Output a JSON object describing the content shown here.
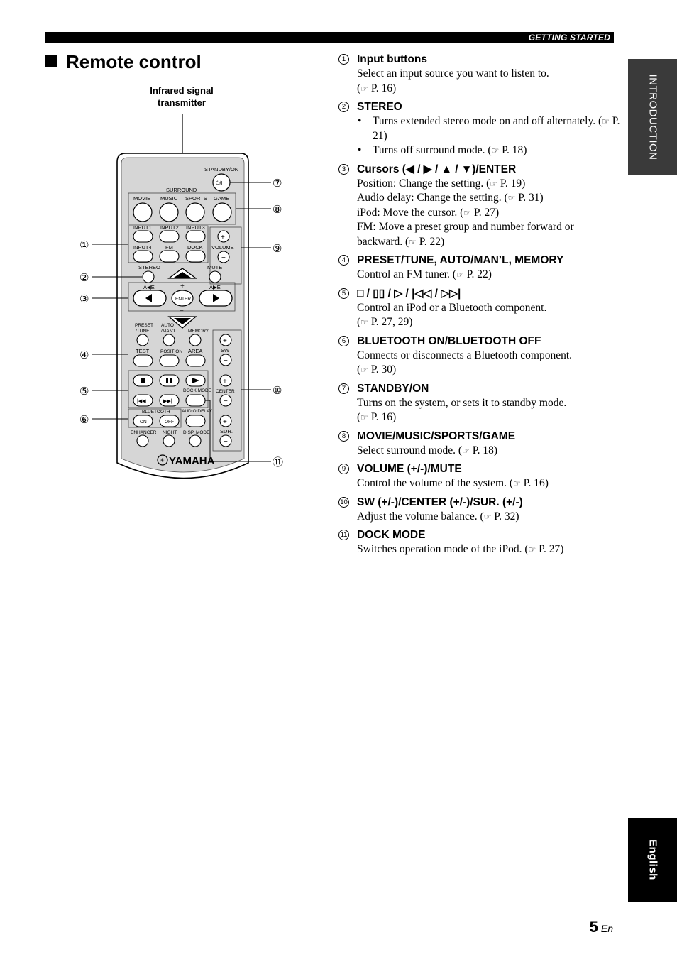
{
  "header": {
    "label": "GETTING STARTED"
  },
  "tabs": {
    "section": "INTRODUCTION",
    "language": "English"
  },
  "title": "Remote control",
  "figure": {
    "ir_label": "Infrared signal transmitter",
    "remote_labels": {
      "standby": "STANDBY/ON",
      "surround": "SURROUND",
      "movie": "MOVIE",
      "music": "MUSIC",
      "sports": "SPORTS",
      "game": "GAME",
      "input1": "INPUT1",
      "input2": "INPUT2",
      "input3": "INPUT3",
      "input4": "INPUT4",
      "fm": "FM",
      "dock": "DOCK",
      "volume": "VOLUME",
      "stereo": "STEREO",
      "mute": "MUTE",
      "enter": "ENTER",
      "preset_tune": "PRESET /TUNE",
      "auto_manl": "AUTO /MAN'L",
      "memory": "MEMORY",
      "test": "TEST",
      "position": "POSITION",
      "area": "AREA",
      "dock_mode": "DOCK MODE",
      "bluetooth": "BLUETOOTH",
      "on": "ON",
      "off": "OFF",
      "audio_delay": "AUDIO DELAY",
      "enhancer": "ENHANCER",
      "night": "NIGHT",
      "disp_mode": "DISP. MODE",
      "sw": "SW",
      "center": "CENTER",
      "sur": "SUR.",
      "brand": "YAMAHA"
    },
    "callouts": [
      "①",
      "②",
      "③",
      "④",
      "⑤",
      "⑥",
      "⑦",
      "⑧",
      "⑨",
      "⑩",
      "⑪"
    ]
  },
  "items": [
    {
      "num": "1",
      "title": "Input buttons",
      "lines": [
        "Select an input source you want to listen to.",
        "(☞ P. 16)"
      ]
    },
    {
      "num": "2",
      "title": "STEREO",
      "bullets": [
        "Turns extended stereo mode on and off alternately. (☞ P. 21)",
        "Turns off surround mode. (☞ P. 18)"
      ]
    },
    {
      "num": "3",
      "title": "Cursors (◀ / ▶ / ▲ / ▼)/ENTER",
      "lines": [
        "Position: Change the setting. (☞ P. 19)",
        "Audio delay: Change the setting. (☞ P. 31)",
        "iPod: Move the cursor. (☞ P. 27)",
        "FM: Move a preset group and number forward or backward. (☞ P. 22)"
      ]
    },
    {
      "num": "4",
      "title": "PRESET/TUNE, AUTO/MAN’L, MEMORY",
      "lines": [
        "Control an FM tuner. (☞ P. 22)"
      ]
    },
    {
      "num": "5",
      "title": "□ / ▯▯ / ▷ / |◁◁ / ▷▷|",
      "lines": [
        "Control an iPod or a Bluetooth component.",
        "(☞ P. 27, 29)"
      ]
    },
    {
      "num": "6",
      "title": "BLUETOOTH ON/BLUETOOTH OFF",
      "lines": [
        "Connects or disconnects a Bluetooth component.",
        "(☞ P. 30)"
      ]
    },
    {
      "num": "7",
      "title": "STANDBY/ON",
      "lines": [
        "Turns on the system, or sets it to standby mode.",
        "(☞ P. 16)"
      ]
    },
    {
      "num": "8",
      "title": "MOVIE/MUSIC/SPORTS/GAME",
      "lines": [
        "Select surround mode. (☞ P. 18)"
      ]
    },
    {
      "num": "9",
      "title": "VOLUME (+/-)/MUTE",
      "lines": [
        "Control the volume of the system. (☞ P. 16)"
      ]
    },
    {
      "num": "10",
      "title": "SW (+/-)/CENTER (+/-)/SUR. (+/-)",
      "lines": [
        "Adjust the volume balance. (☞ P. 32)"
      ]
    },
    {
      "num": "11",
      "title": "DOCK MODE",
      "lines": [
        "Switches operation mode of the iPod. (☞ P. 27)"
      ]
    }
  ],
  "footer": {
    "page": "5",
    "lang_code": "En"
  }
}
